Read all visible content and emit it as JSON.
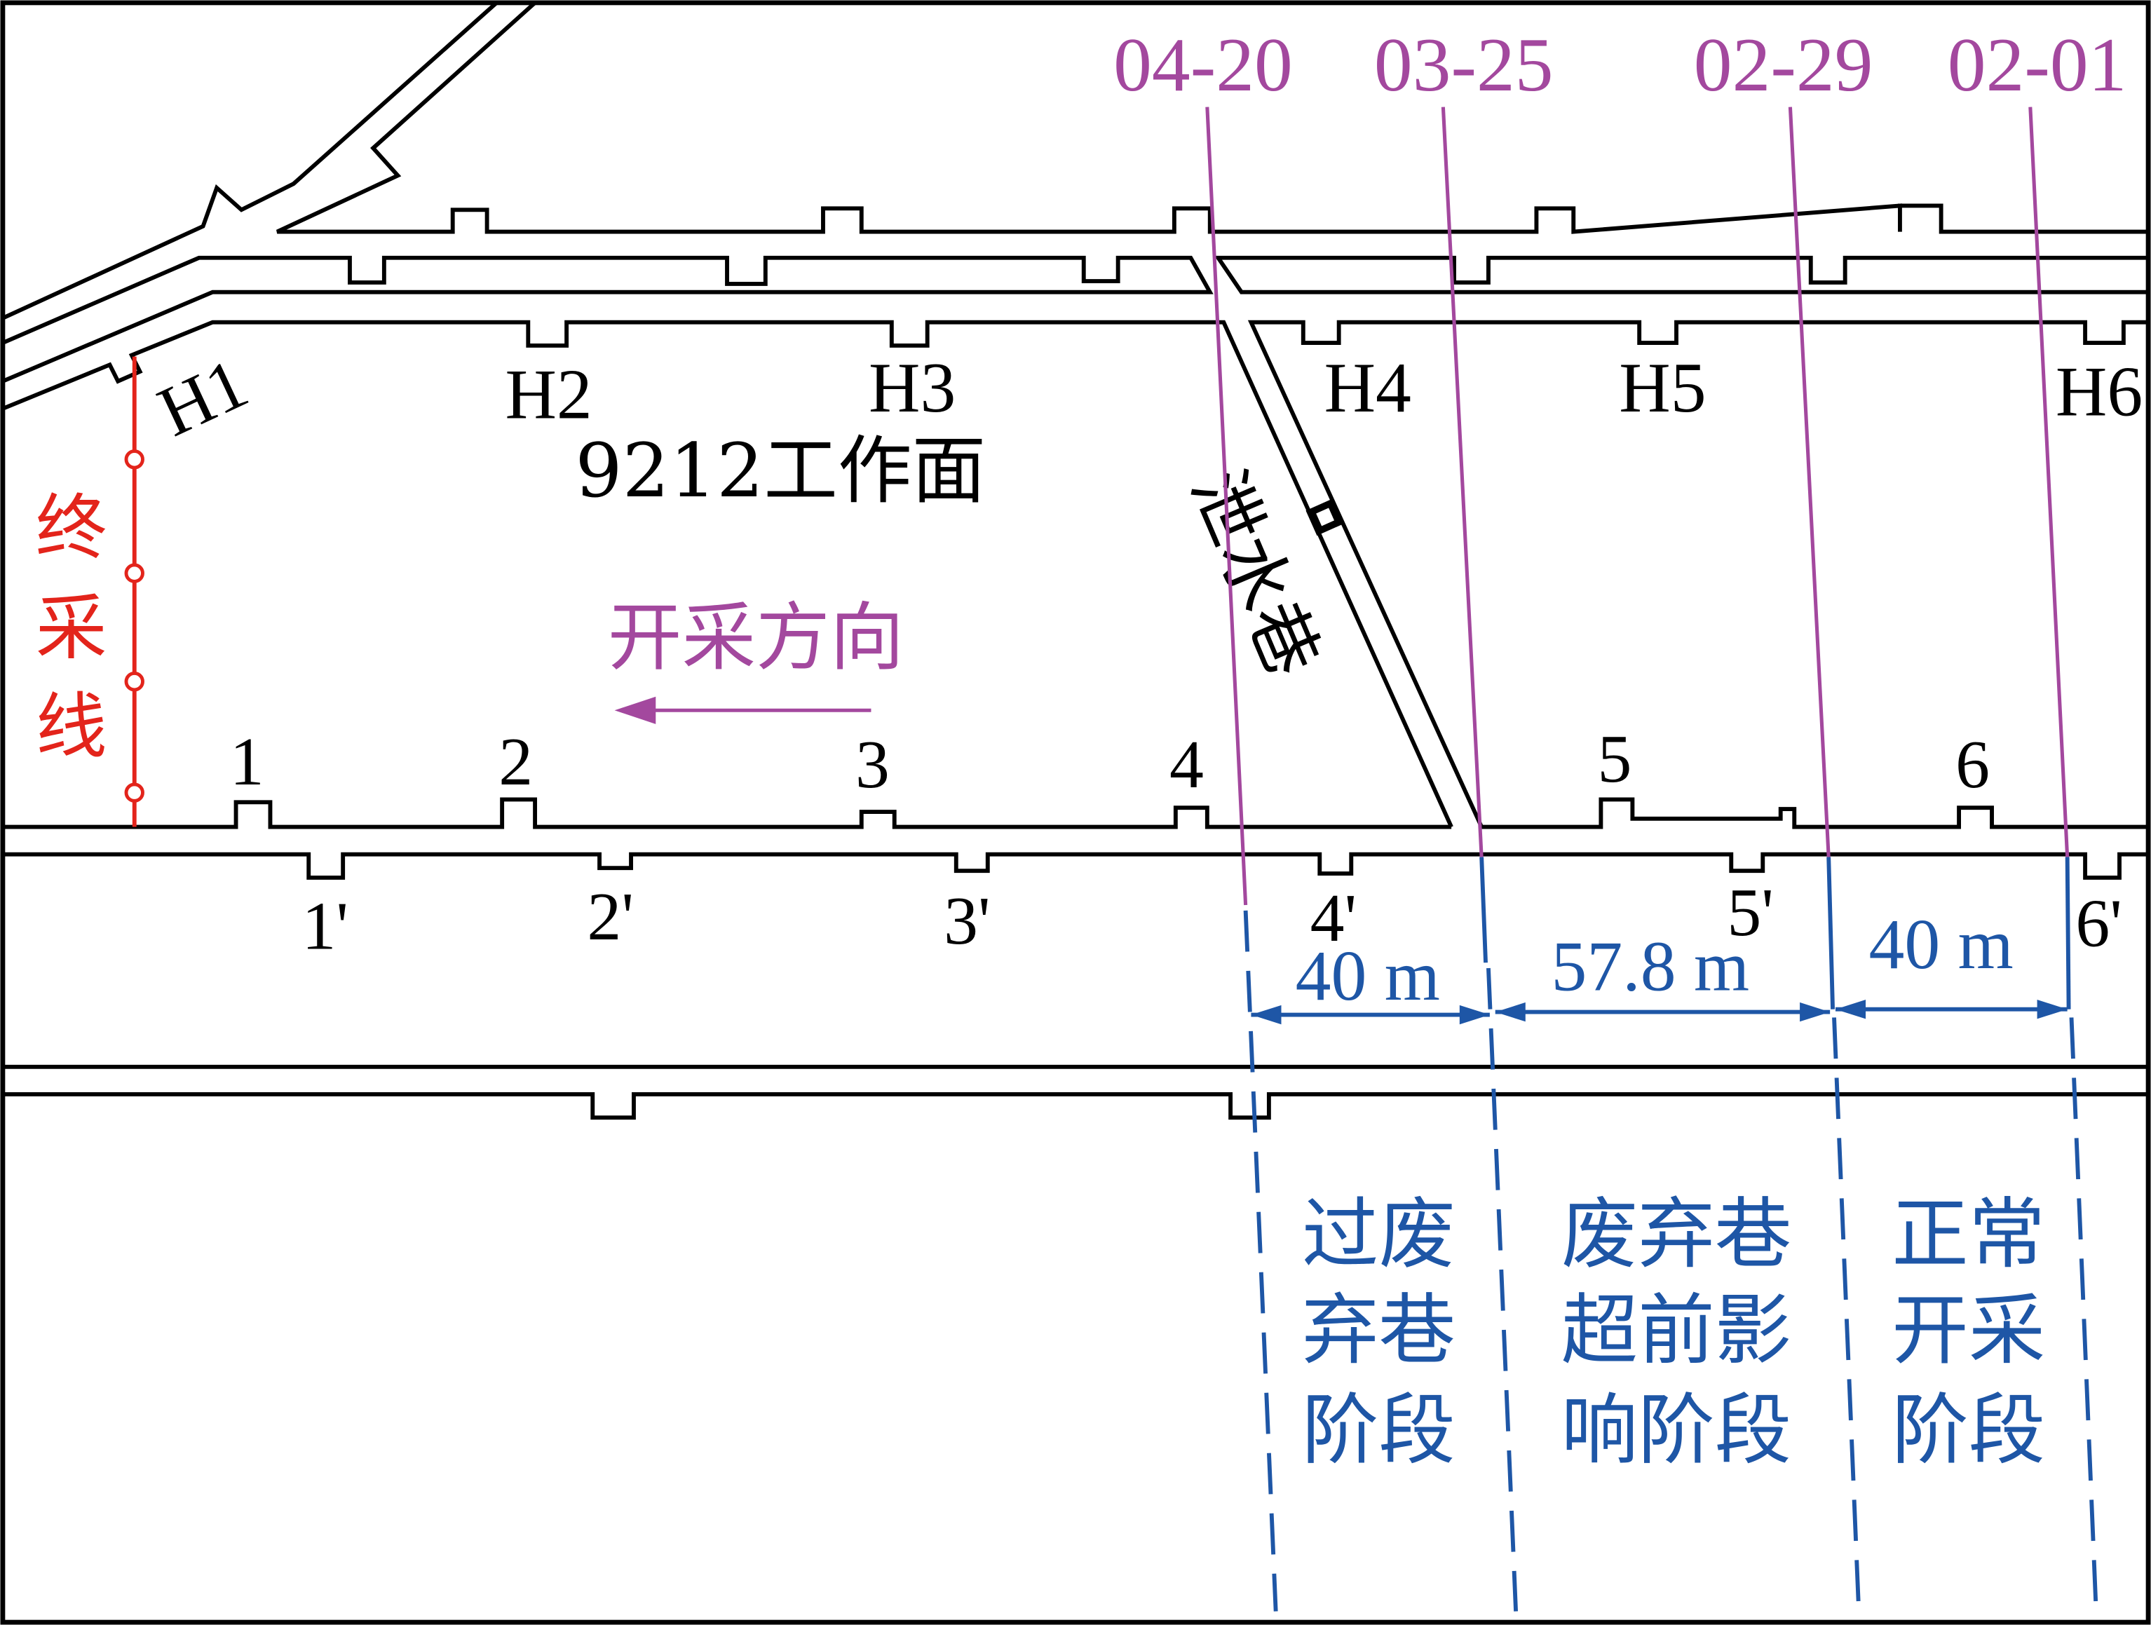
{
  "diagram": {
    "face_label": "9212工作面",
    "direction_label": "开采方向",
    "drain_label": "泄水巷",
    "end_line_label": [
      "终",
      "采",
      "线"
    ],
    "roadway_markers": [
      "H1",
      "H2",
      "H3",
      "H4",
      "H5",
      "H6"
    ],
    "upper_points": [
      "1",
      "2",
      "3",
      "4",
      "5",
      "6"
    ],
    "lower_points": [
      "1'",
      "2'",
      "3'",
      "4'",
      "5'",
      "6'"
    ],
    "face_dates": [
      "04-20",
      "03-25",
      "02-29",
      "02-01"
    ],
    "distances": [
      "40 m",
      "57.8 m",
      "40 m"
    ],
    "stages": [
      {
        "lines": [
          "过废",
          "弃巷",
          "阶段"
        ]
      },
      {
        "lines": [
          "废弃巷",
          "超前影",
          "响阶段"
        ]
      },
      {
        "lines": [
          "正常",
          "开采",
          "阶段"
        ]
      }
    ]
  },
  "colors": {
    "roadway": "#000000",
    "end_line": "#E3241B",
    "face_lines": "#A3489E",
    "dimension": "#1E56A6"
  }
}
